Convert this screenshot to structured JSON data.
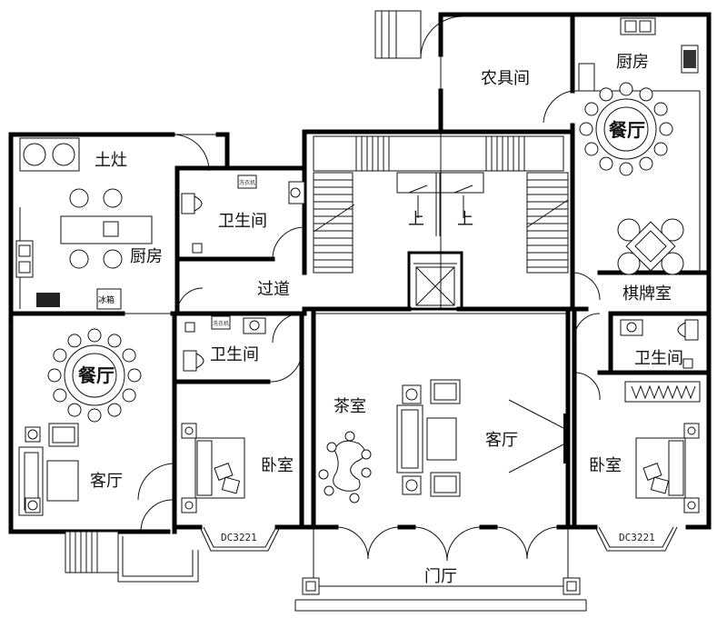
{
  "rooms": {
    "nongju": "农具间",
    "chufang_right": "厨房",
    "canting_right": "餐厅",
    "tuzao": "土灶",
    "weisheng_top": "卫生间",
    "chufang_left": "厨房",
    "guodao": "过道",
    "qipai": "棋牌室",
    "canting_left": "餐厅",
    "weisheng_left": "卫生间",
    "weisheng_right": "卫生间",
    "chashi": "茶室",
    "keting_center": "客厅",
    "woshi_center": "卧室",
    "woshi_right": "卧室",
    "keting_left": "客厅",
    "menting": "门厅"
  },
  "stairs": {
    "up_left": "上",
    "up_right": "上"
  },
  "windows": {
    "left": "DC3221",
    "right": "DC3221"
  },
  "appliances": {
    "fridge": "冰箱",
    "washer": "洗衣机"
  }
}
